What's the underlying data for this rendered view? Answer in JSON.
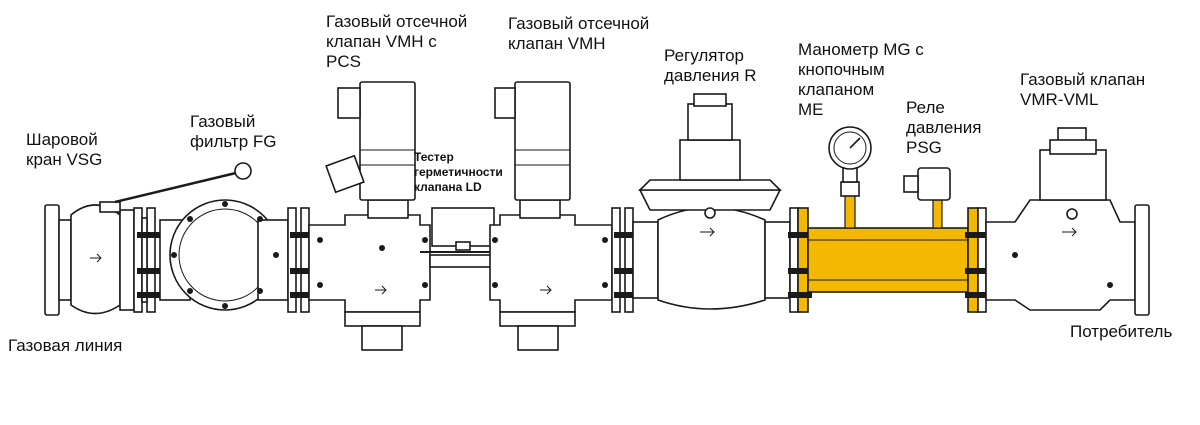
{
  "labels": {
    "gas_line": "Газовая линия",
    "ball_valve": [
      "Шаровой",
      "кран VSG"
    ],
    "gas_filter": [
      "Газовый",
      "фильтр FG"
    ],
    "shutoff_pcs": [
      "Газовый отсечной",
      "клапан VMH с",
      "PCS"
    ],
    "shutoff_vmh": [
      "Газовый отсечной",
      "клапан VMH"
    ],
    "leak_tester": [
      "Тестер",
      "герметичности",
      "клапана LD"
    ],
    "regulator": [
      "Регулятор",
      "давления R"
    ],
    "manometer": [
      "Манометр MG с",
      "кнопочным",
      "клапаном",
      "ME"
    ],
    "pressure_relay": [
      "Реле",
      "давления",
      "PSG"
    ],
    "gas_valve_vmr": [
      "Газовый клапан",
      "VMR-VML"
    ],
    "consumer": "Потребитель"
  },
  "colors": {
    "highlight": "#f5b800",
    "outline": "#1a1a1a",
    "background": "#ffffff"
  }
}
